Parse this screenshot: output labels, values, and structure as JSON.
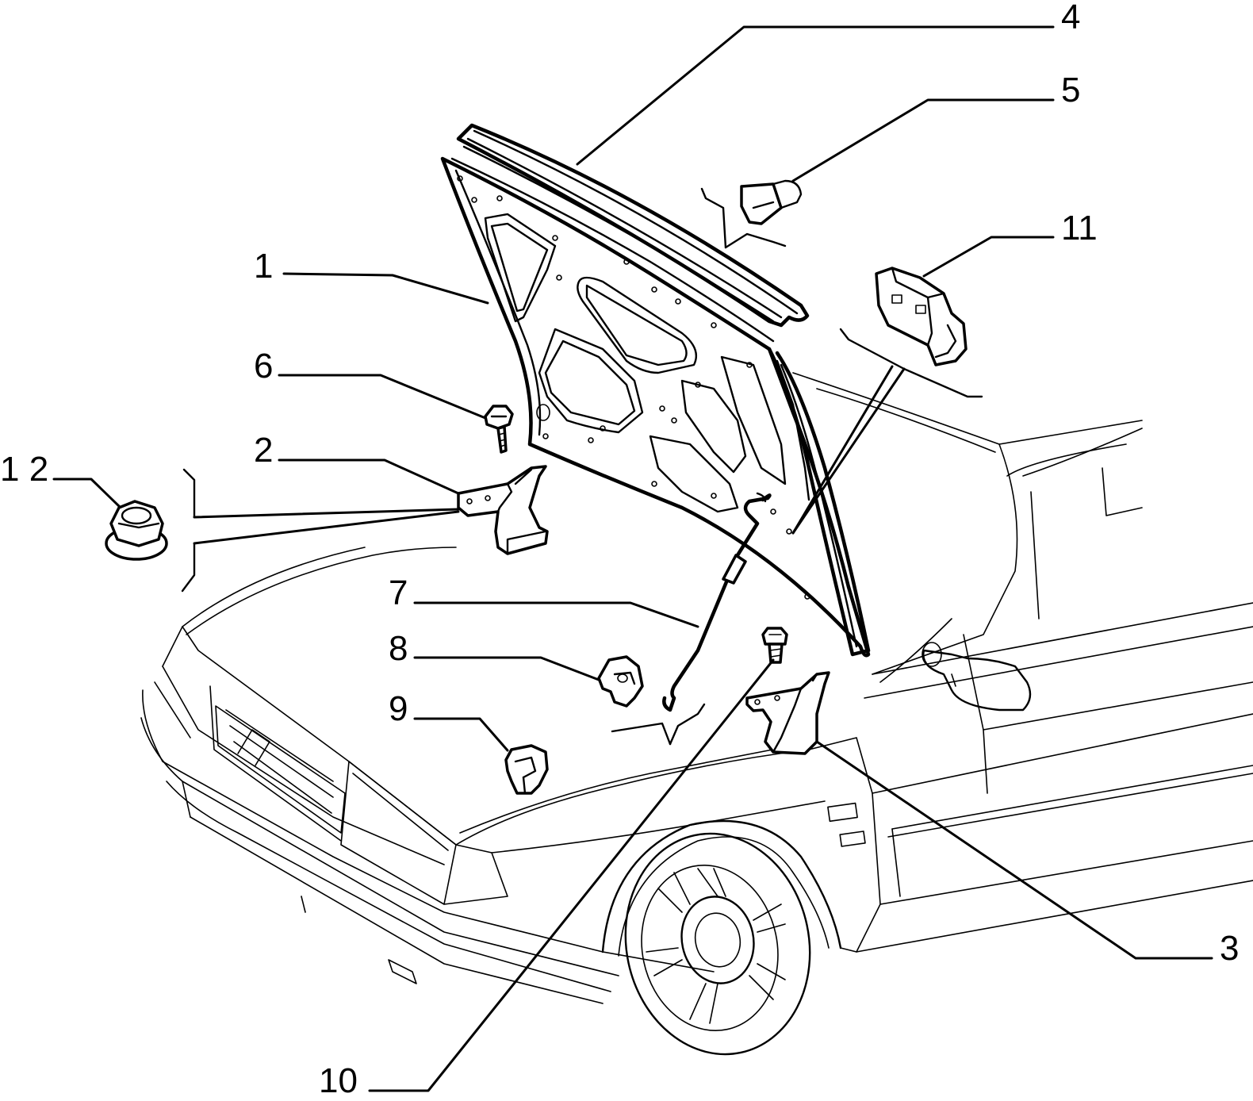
{
  "callouts": [
    {
      "id": "1",
      "label": "1"
    },
    {
      "id": "2",
      "label": "2"
    },
    {
      "id": "3",
      "label": "3"
    },
    {
      "id": "4",
      "label": "4"
    },
    {
      "id": "5",
      "label": "5"
    },
    {
      "id": "6",
      "label": "6"
    },
    {
      "id": "7",
      "label": "7"
    },
    {
      "id": "8",
      "label": "8"
    },
    {
      "id": "9",
      "label": "9"
    },
    {
      "id": "10",
      "label": "10"
    },
    {
      "id": "11",
      "label": "11"
    },
    {
      "id": "12",
      "label": "1 2"
    }
  ]
}
